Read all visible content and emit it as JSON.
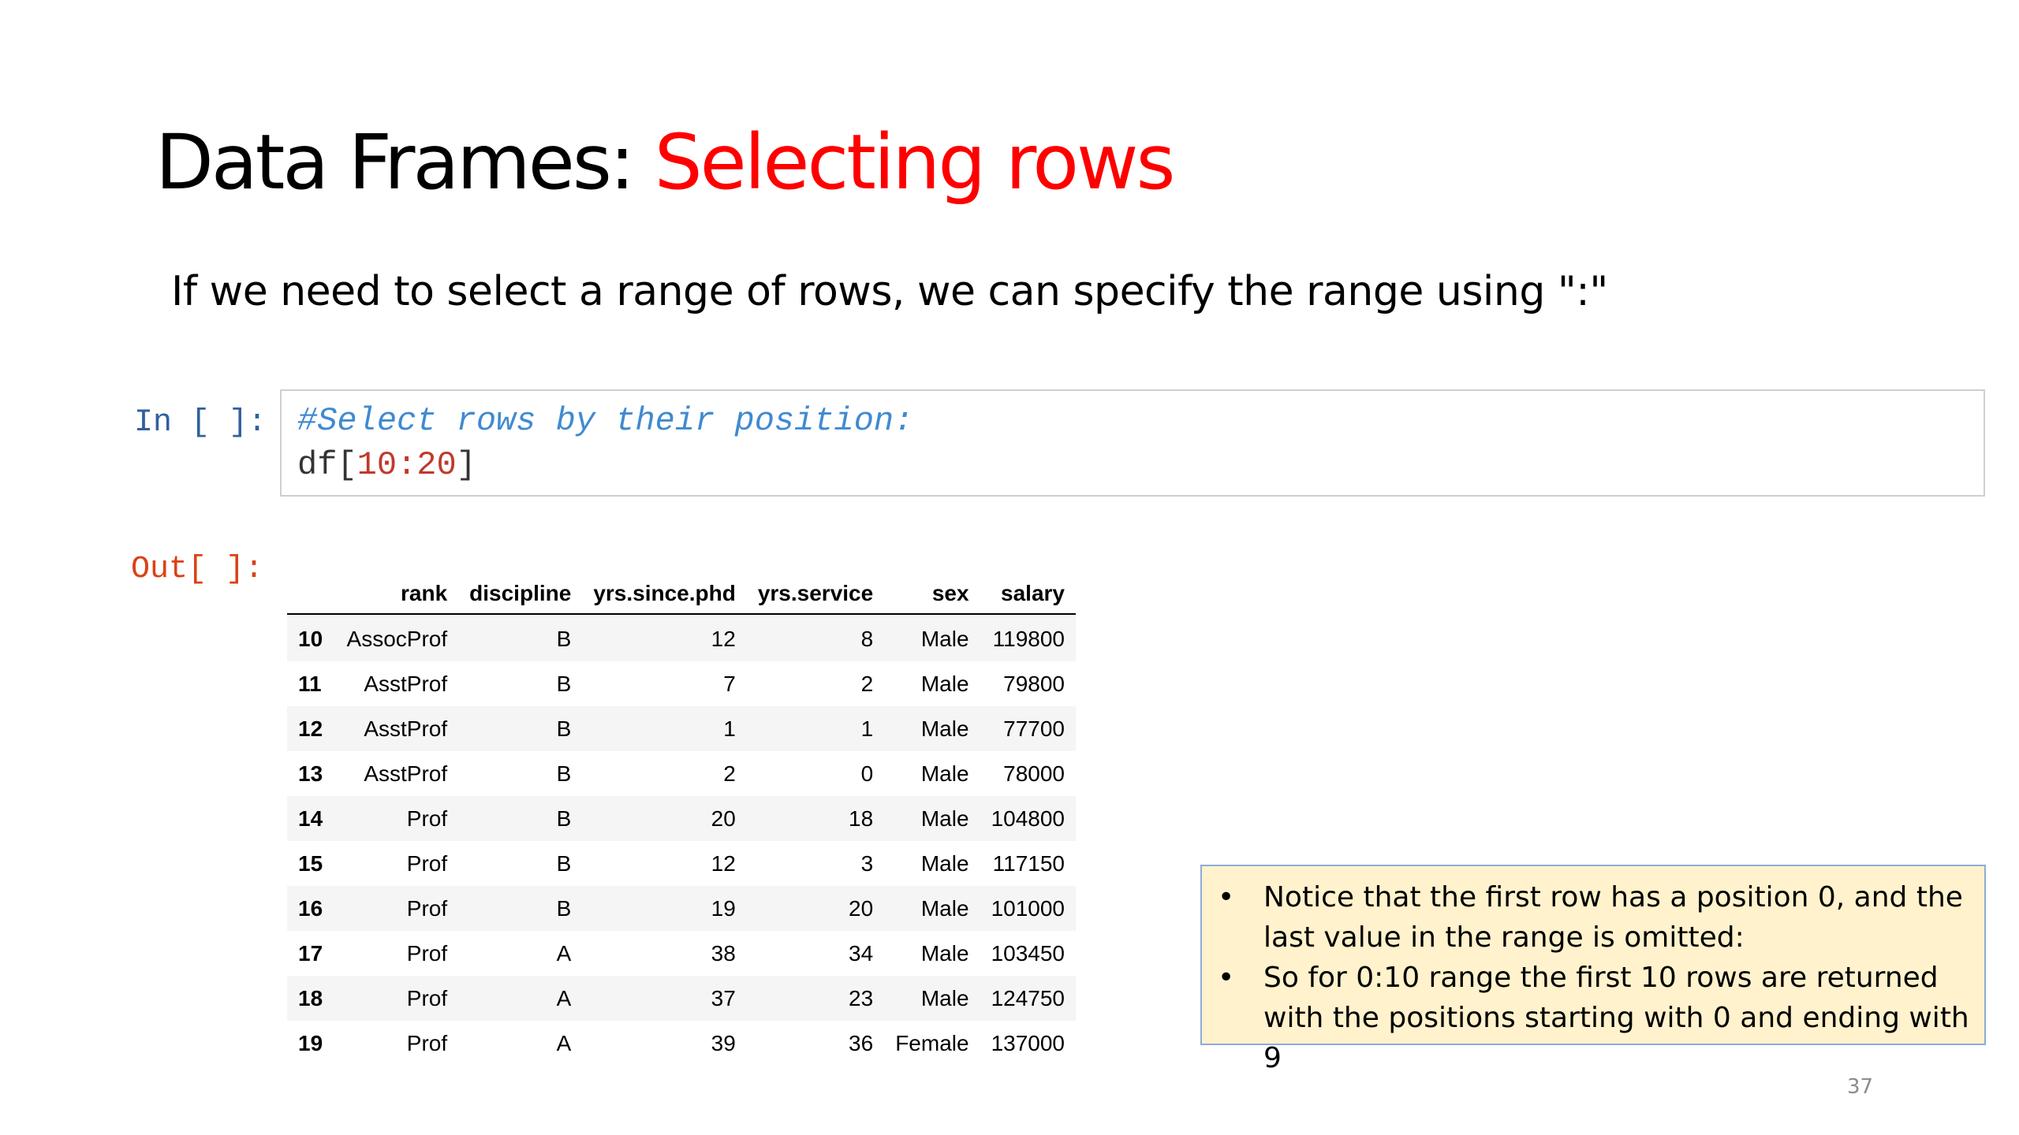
{
  "slide": {
    "title_plain": "Data Frames: ",
    "title_accent": "Selecting rows",
    "subtitle": "If we need to select a range of rows, we can specify the range using \":\"",
    "page_number": "37"
  },
  "colors": {
    "title_accent": "#ff0000",
    "in_prompt": "#30609f",
    "out_prompt": "#d84315",
    "comment": "#408ad0",
    "number": "#c0392b",
    "note_background": "#fff2cc",
    "note_border": "#8eaadb"
  },
  "code_cell": {
    "in_prompt": "In [ ]:",
    "comment": "#Select rows by their position:",
    "code_prefix": "df[",
    "code_slice": "10:20",
    "code_suffix": "]"
  },
  "output": {
    "out_prompt": "Out[ ]:",
    "columns": [
      "rank",
      "discipline",
      "yrs.since.phd",
      "yrs.service",
      "sex",
      "salary"
    ],
    "rows": [
      {
        "index": "10",
        "rank": "AssocProf",
        "discipline": "B",
        "yrs_since_phd": "12",
        "yrs_service": "8",
        "sex": "Male",
        "salary": "119800"
      },
      {
        "index": "11",
        "rank": "AsstProf",
        "discipline": "B",
        "yrs_since_phd": "7",
        "yrs_service": "2",
        "sex": "Male",
        "salary": "79800"
      },
      {
        "index": "12",
        "rank": "AsstProf",
        "discipline": "B",
        "yrs_since_phd": "1",
        "yrs_service": "1",
        "sex": "Male",
        "salary": "77700"
      },
      {
        "index": "13",
        "rank": "AsstProf",
        "discipline": "B",
        "yrs_since_phd": "2",
        "yrs_service": "0",
        "sex": "Male",
        "salary": "78000"
      },
      {
        "index": "14",
        "rank": "Prof",
        "discipline": "B",
        "yrs_since_phd": "20",
        "yrs_service": "18",
        "sex": "Male",
        "salary": "104800"
      },
      {
        "index": "15",
        "rank": "Prof",
        "discipline": "B",
        "yrs_since_phd": "12",
        "yrs_service": "3",
        "sex": "Male",
        "salary": "117150"
      },
      {
        "index": "16",
        "rank": "Prof",
        "discipline": "B",
        "yrs_since_phd": "19",
        "yrs_service": "20",
        "sex": "Male",
        "salary": "101000"
      },
      {
        "index": "17",
        "rank": "Prof",
        "discipline": "A",
        "yrs_since_phd": "38",
        "yrs_service": "34",
        "sex": "Male",
        "salary": "103450"
      },
      {
        "index": "18",
        "rank": "Prof",
        "discipline": "A",
        "yrs_since_phd": "37",
        "yrs_service": "23",
        "sex": "Male",
        "salary": "124750"
      },
      {
        "index": "19",
        "rank": "Prof",
        "discipline": "A",
        "yrs_since_phd": "39",
        "yrs_service": "36",
        "sex": "Female",
        "salary": "137000"
      }
    ]
  },
  "note": {
    "bullet": "•",
    "items": [
      "Notice that the first row has a position 0, and the last value in the range is omitted:",
      "So for 0:10 range the first 10 rows are returned with the positions starting with 0 and ending with 9"
    ]
  }
}
